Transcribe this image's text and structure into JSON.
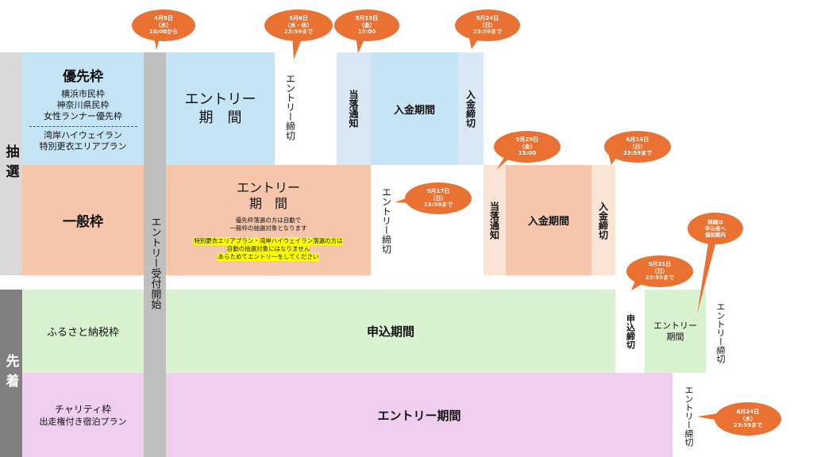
{
  "categories": {
    "lottery": "抽選",
    "first_come": "先着"
  },
  "entry_start_bar": "エントリー受付開始",
  "rows": {
    "priority": {
      "title": "優先枠",
      "sub_lines": [
        "横浜市民枠",
        "神奈川県民枠",
        "女性ランナー優先枠"
      ],
      "sub_lines2": [
        "湾岸ハイウェイラン",
        "特別更衣エリアプラン"
      ],
      "entry_period": [
        "エントリー",
        "期　間"
      ],
      "entry_deadline": "エントリー締切",
      "notification": "当落通知",
      "payment_period": "入金期間",
      "payment_deadline": "入金締切"
    },
    "general": {
      "title": "一般枠",
      "entry_period": [
        "エントリー",
        "期　間"
      ],
      "note1": [
        "優先枠落選の方は自動で",
        "一般枠の抽選対象となります"
      ],
      "note2": [
        "特別更衣エリアプラン・湾岸ハイウェイラン落選の方は",
        "自動の抽選対象にはなりません",
        "あらためてエントリーをしてください"
      ],
      "entry_deadline": "エントリー締切",
      "notification": "当落通知",
      "payment_period": "入金期間",
      "payment_deadline": "入金締切"
    },
    "furusato": {
      "title": "ふるさと納税枠",
      "application_period": "申込期間",
      "application_deadline": "申込締切",
      "entry_period": [
        "エントリー",
        "期間"
      ],
      "entry_deadline": "エントリー締切"
    },
    "charity": {
      "title": [
        "チャリティ枠",
        "出走権付き宿泊プラン"
      ],
      "entry_period": "エントリー期間",
      "entry_deadline": "エントリー締切"
    }
  },
  "bubbles": {
    "start": [
      "4月8日",
      "（水）",
      "10:00から"
    ],
    "priority_entry_deadline": [
      "5月6日",
      "（水・休）",
      "23:59まで"
    ],
    "priority_notification": [
      "5月15日",
      "（金）",
      "15:00"
    ],
    "priority_payment_deadline": [
      "5月24日",
      "（日）",
      "23:59まで"
    ],
    "general_entry_deadline": [
      "5月17日",
      "（日）",
      "23:59まで"
    ],
    "general_notification": [
      "5月29日",
      "（金）",
      "15:00"
    ],
    "general_payment_deadline": [
      "6月14日",
      "（日）",
      "23:59まで"
    ],
    "furusato_application_deadline": [
      "5月31日",
      "（日）",
      "23:59まで"
    ],
    "furusato_details": [
      "詳細は",
      "申込者へ",
      "個別案内"
    ],
    "charity_entry_deadline": [
      "6月24日",
      "（水）",
      "23:59まで"
    ]
  },
  "colors": {
    "bubble": "#e97132",
    "priority": "#c5e4f5",
    "general": "#f5c6ab",
    "furusato": "#d9f2d0",
    "charity": "#f0cfee",
    "highlight": "#ffff00"
  }
}
